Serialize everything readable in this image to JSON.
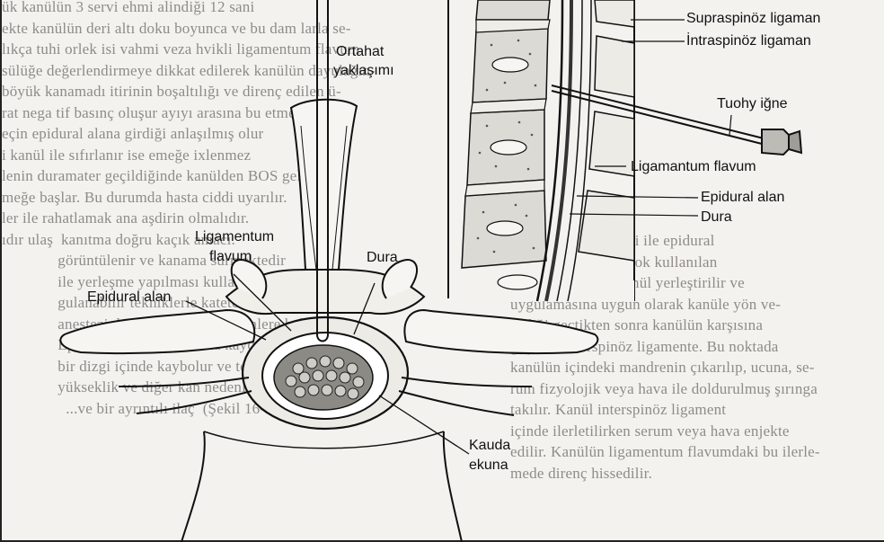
{
  "background_text": {
    "left_lines": [
      "ük kanülün 3 servi ehmi alindiği 12 sani",
      "ekte kanülün deri altı doku boyunca ve bu dam larla se-",
      "lıkça tuhi orlek isi vahmi veza hvikli ligamentum flavum",
      "sülüğe değerlendirmeye dikkat edilerek kanülün dayulağın-",
      "böyük kanamadı itirinin boşaltılığı ve direnç edilen ü-",
      "rat nega tif basınç oluşur ayıyı arasına bu etmez.",
      "eçin epidural alana girdiği anlaşılmış olur",
      "i kanül ile sıfırlanır ise emeğe ixlenmez",
      "lenin duramater geçildiğinde kanülden BOS gel-",
      "meğe başlar. Bu durumda hasta ciddi uyarılır.",
      "ler ile rahatlamak ana aşdirin olmalıdır.",
      "ıdır ulaş  kanıtma doğru kaçık amacı.",
      "",
      "              görüntülenir ve kanama sürmektedir",
      "              ile yerleşme yapılması kullanılır ve sakral uy-",
      "              gulanabilir tekniklerle kateterize kaudal",
      "              anestezi denir (aşağıdaki bölümlere bak).",
      "",
      "              Epidural anestezi ile fazla kaydırılan Lomber",
      "              bir dizgi içinde kaybolur ve tekniği bu alandan yapılır",
      "              yükseklik ve diğer kan nedenlerle",
      "",
      "                ...ve bir ayrıntılı ilaç  (Şekil 16-"
    ],
    "right_lines": [
      "Direnç kaybı tekniği ile epidural",
      "uygulamasında en çok kullanılan",
      "derinden geçişle kanül yerleştirilir ve",
      "uygulamasına uygun olarak kanüle yön ve-",
      "rildiği geçtikten sonra kanülün karşısına",
      "geçerek interspinöz ligamente. Bu noktada",
      "kanülün içindeki mandrenin çıkarılıp, ucuna, se-",
      "rum fizyolojik veya hava ile doldurulmuş şırınga",
      "takılır. Kanül interspinöz ligament",
      "içinde ilerletilirken serum veya hava enjekte",
      "edilir. Kanülün ligamentum flavumdaki bu ilerle-",
      "mede direnç hissedilir."
    ]
  },
  "labels": {
    "ortahat_line1": "Ortahat",
    "ortahat_line2": "yaklaşımı",
    "ligamentum_line1": "Ligamentum",
    "ligamentum_line2": "flavum",
    "dura_left": "Dura",
    "epidural_left": "Epidural alan",
    "kauda_line1": "Kauda",
    "kauda_line2": "ekuna",
    "supraspinoz": "Supraspinöz ligaman",
    "intraspinoz": "İntraspinöz ligaman",
    "tuohy": "Tuohy iğne",
    "ligamentum_flavum_right": "Ligamantum flavum",
    "epidural_right": "Epidural alan",
    "dura_right": "Dura"
  },
  "colors": {
    "ink": "#111111",
    "paper": "#f3f2ef",
    "faded_text": "#8e8c88",
    "shade": "#cfcdc7"
  }
}
